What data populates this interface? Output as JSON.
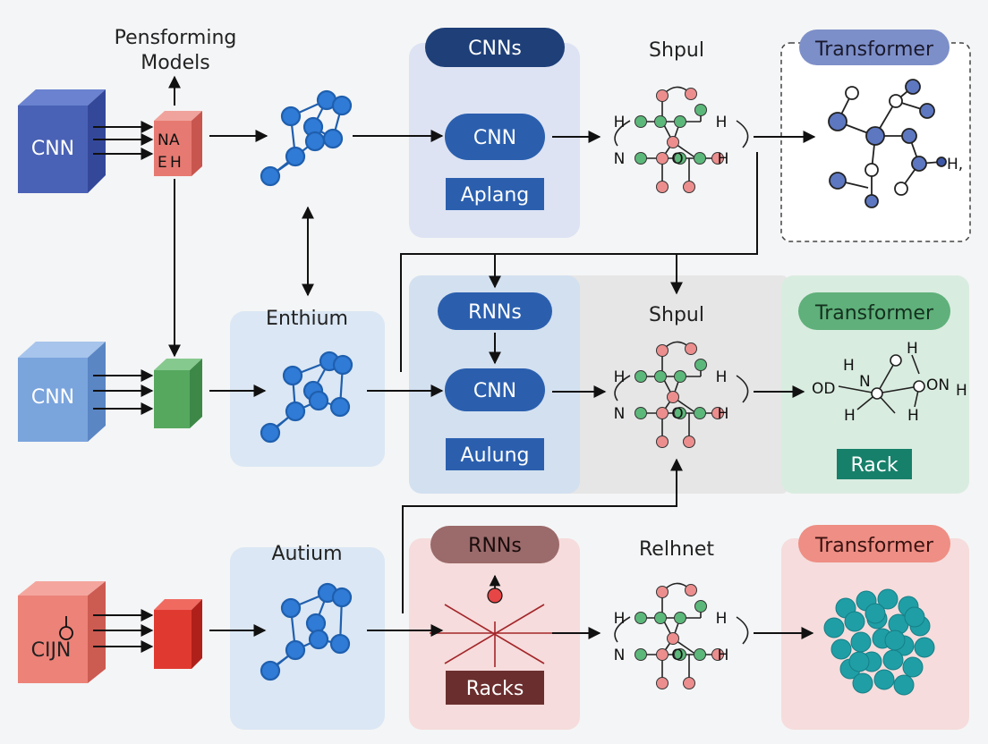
{
  "colors": {
    "background": "#f4f5f6",
    "navy": "#1e3f78",
    "blue": "#2b5fae",
    "light_blue_panel": "#dbe7f4",
    "lavender_panel": "#dde3f3",
    "grey_panel": "#e6e6e6",
    "green_panel": "#d9ece0",
    "pink_panel": "#f6dcdc",
    "transformer_purple": "#7d8fc9",
    "transformer_green": "#5fb07a",
    "transformer_salmon": "#ee8e84",
    "rnn_brown": "#9b6a6a",
    "rack_green": "#17806a",
    "racks_brown": "#6b2e2e",
    "node_blue": "#2f7bd6",
    "node_green": "#5cb87a",
    "node_pink": "#ec8e8e",
    "node_teal": "#1f9ea5",
    "node_slate": "#5d77c0"
  },
  "top_caption": {
    "line1": "Pensforming",
    "line2": "Models"
  },
  "rows": [
    {
      "input_label": "CNN",
      "input_color": "#4a62b5",
      "mid_color": "#e67a72",
      "mid_glyphs": [
        "N",
        "A",
        "E",
        "H"
      ],
      "stage": {
        "pill": "CNNs",
        "inner": "CNN",
        "box": "Aplang"
      },
      "molecule_label": "Shpul",
      "transformer": {
        "title": "Transformer",
        "tag": "H,"
      }
    },
    {
      "input_label": "CNN",
      "input_color": "#7aa4dc",
      "mid_color": "#56a85f",
      "stage_caption": "Enthium",
      "stage": {
        "pill": "RNNs",
        "inner": "CNN",
        "box": "Aulung"
      },
      "molecule_label": "Shpul",
      "transformer": {
        "title": "Transformer",
        "box": "Rack",
        "atoms": [
          "OD",
          "N",
          "H",
          "H",
          "H",
          "H",
          "ON",
          "H"
        ]
      }
    },
    {
      "input_label": "CIJN",
      "input_color": "#ec8278",
      "mid_color": "#e03a30",
      "stage_caption": "Autium",
      "stage": {
        "pill": "RNNs",
        "box": "Racks"
      },
      "molecule_label": "Relhnet",
      "transformer": {
        "title": "Transformer"
      }
    }
  ],
  "molecule_atoms": [
    "H",
    "H",
    "N",
    "H",
    "N",
    "O",
    "H",
    "N"
  ]
}
